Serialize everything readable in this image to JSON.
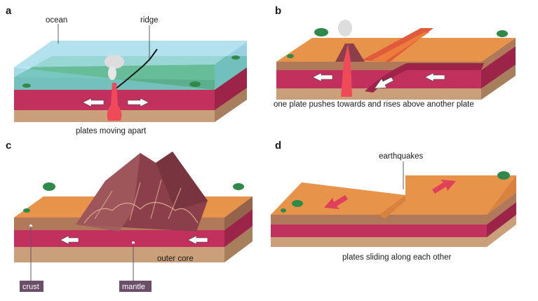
{
  "panels": {
    "a": {
      "letter": "a",
      "labels": {
        "ocean": "ocean",
        "ridge": "ridge"
      },
      "caption": "plates moving apart"
    },
    "b": {
      "letter": "b",
      "caption": "one plate pushes towards and rises above another plate"
    },
    "c": {
      "letter": "c",
      "labels": {
        "outer_core": "outer core",
        "crust": "crust",
        "mantle": "mantle"
      }
    },
    "d": {
      "letter": "d",
      "labels": {
        "earthquakes": "earthquakes"
      },
      "caption": "plates sliding along each other"
    }
  },
  "colors": {
    "ocean": "#8fd3e6",
    "sea_floor": "#52b35e",
    "land": "#e8934a",
    "land_side": "#d9823f",
    "mantle": "#c2305e",
    "mantle_dark": "#9b2448",
    "core": "#c9a07a",
    "core_side": "#a87f5c",
    "magma": "#ee4a58",
    "mountain": "#8a3f4a",
    "tag_bg": "#6b4f69"
  }
}
